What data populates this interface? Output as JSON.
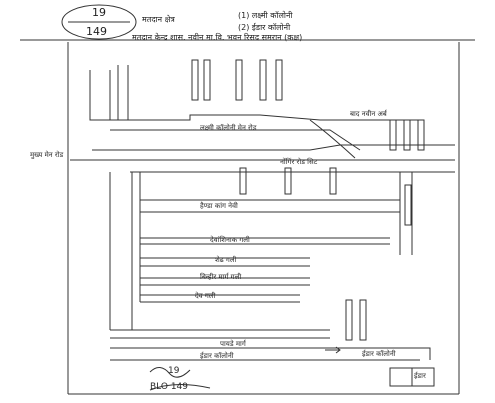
{
  "header": {
    "sheet_top": "19",
    "sheet_bottom": "149",
    "area_title": "मतदान क्षेत्र",
    "colony_1": "(1) लक्ष्मी कॉलोनी",
    "colony_2": "(2) ईडार कॉलोनी",
    "subtitle": "मतदान केन्द्र शास. नवीन मा.वि. भवन रिसद समरान (कक्ष)"
  },
  "map": {
    "road_main_top": "लक्ष्मी कॉलोनी मेन रोड",
    "road_left": "मुख्य मेन रोड",
    "road_right": "बाद नवीन अर्ब",
    "road_middle": "नोंगिंर रोड सिट",
    "lane_1": "हैण्डा कांग नेवी",
    "lane_2": "देवांशिनाक गली",
    "lane_3": "शेढ गली",
    "lane_4": "बिन्हीर मार्ग गली",
    "lane_5": "देव गली",
    "road_bottom": "पायडे मार्ग",
    "colony_bottom_left": "ईडार कॉलोनी",
    "colony_bottom_right": "ईडार कॉलोनी",
    "corner_box": "ईडार",
    "signature_top": "19",
    "signature_bottom": "BLO 149"
  }
}
